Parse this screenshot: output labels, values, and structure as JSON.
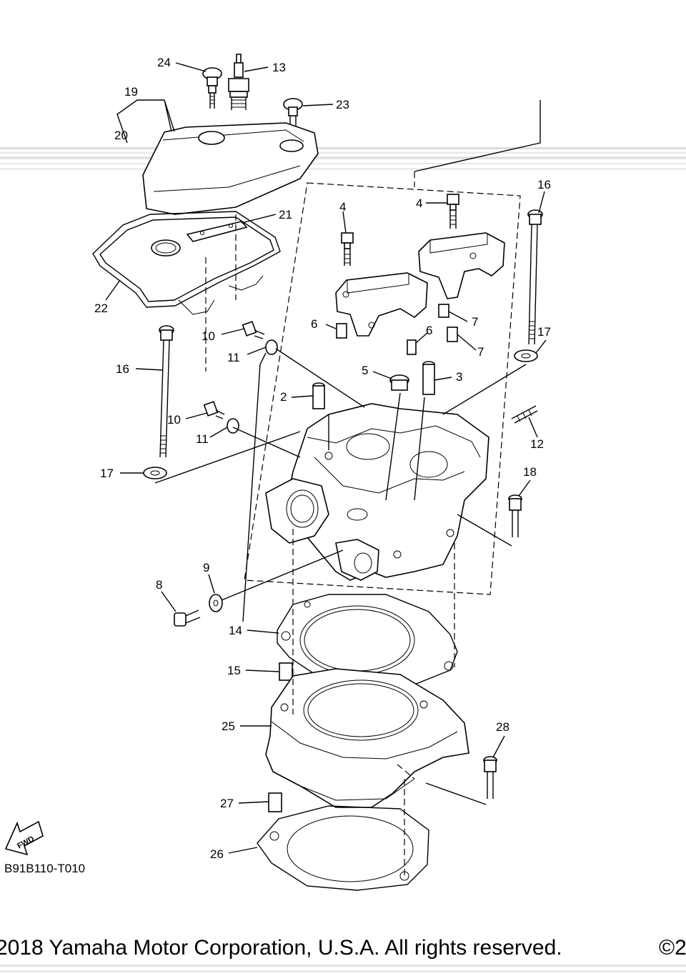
{
  "diagram": {
    "callouts": {
      "c2": "2",
      "c3": "3",
      "c4a": "4",
      "c4b": "4",
      "c5": "5",
      "c6a": "6",
      "c6b": "6",
      "c7a": "7",
      "c7b": "7",
      "c8": "8",
      "c9": "9",
      "c10a": "10",
      "c10b": "10",
      "c11a": "11",
      "c11b": "11",
      "c12": "12",
      "c13": "13",
      "c14": "14",
      "c15": "15",
      "c16a": "16",
      "c16b": "16",
      "c17a": "17",
      "c17b": "17",
      "c18": "18",
      "c19": "19",
      "c20": "20",
      "c21": "21",
      "c22": "22",
      "c23": "23",
      "c24": "24",
      "c25": "25",
      "c26": "26",
      "c27": "27",
      "c28": "28"
    },
    "fwd_label": "FWD",
    "diagram_code": "B91B110-T010"
  },
  "footer": {
    "copyright": "2018 Yamaha Motor Corporation, U.S.A. All rights reserved.",
    "copyright_right": "©2"
  }
}
